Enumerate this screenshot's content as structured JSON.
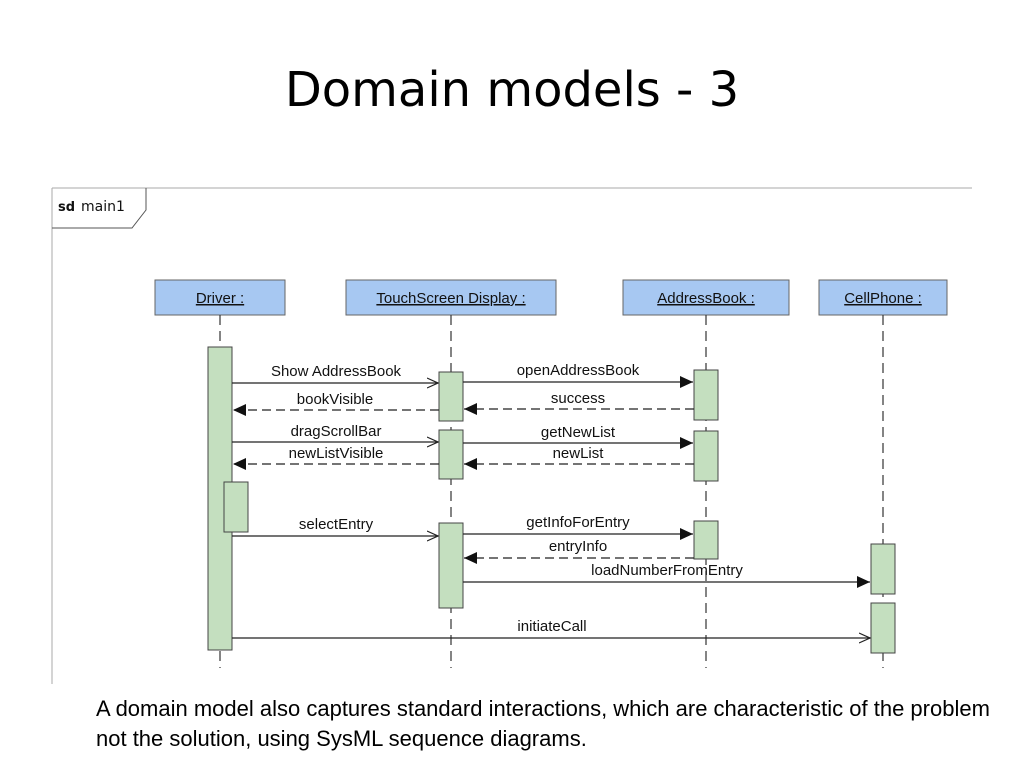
{
  "slide": {
    "title": "Domain models - 3",
    "caption": "A domain model also captures standard interactions, which are characteristic of the problem not the solution, using SysML sequence diagrams."
  },
  "diagram": {
    "frame_keyword": "sd",
    "frame_name": "main1",
    "lifelines": [
      {
        "id": "driver",
        "label": "Driver :"
      },
      {
        "id": "touch",
        "label": "TouchScreen Display :"
      },
      {
        "id": "address",
        "label": "AddressBook :"
      },
      {
        "id": "phone",
        "label": "CellPhone :"
      }
    ],
    "messages": [
      {
        "label": "Show AddressBook",
        "from": "driver",
        "to": "touch",
        "kind": "async"
      },
      {
        "label": "openAddressBook",
        "from": "touch",
        "to": "address",
        "kind": "sync"
      },
      {
        "label": "bookVisible",
        "from": "touch",
        "to": "driver",
        "kind": "reply"
      },
      {
        "label": "success",
        "from": "address",
        "to": "touch",
        "kind": "reply"
      },
      {
        "label": "dragScrollBar",
        "from": "driver",
        "to": "touch",
        "kind": "async"
      },
      {
        "label": "getNewList",
        "from": "touch",
        "to": "address",
        "kind": "sync"
      },
      {
        "label": "newListVisible",
        "from": "touch",
        "to": "driver",
        "kind": "reply"
      },
      {
        "label": "newList",
        "from": "address",
        "to": "touch",
        "kind": "reply"
      },
      {
        "label": "selectEntry",
        "from": "driver",
        "to": "touch",
        "kind": "async"
      },
      {
        "label": "getInfoForEntry",
        "from": "touch",
        "to": "address",
        "kind": "sync"
      },
      {
        "label": "entryInfo",
        "from": "address",
        "to": "touch",
        "kind": "reply"
      },
      {
        "label": "loadNumberFromEntry",
        "from": "touch",
        "to": "phone",
        "kind": "sync"
      },
      {
        "label": "initiateCall",
        "from": "driver",
        "to": "phone",
        "kind": "async"
      }
    ]
  }
}
